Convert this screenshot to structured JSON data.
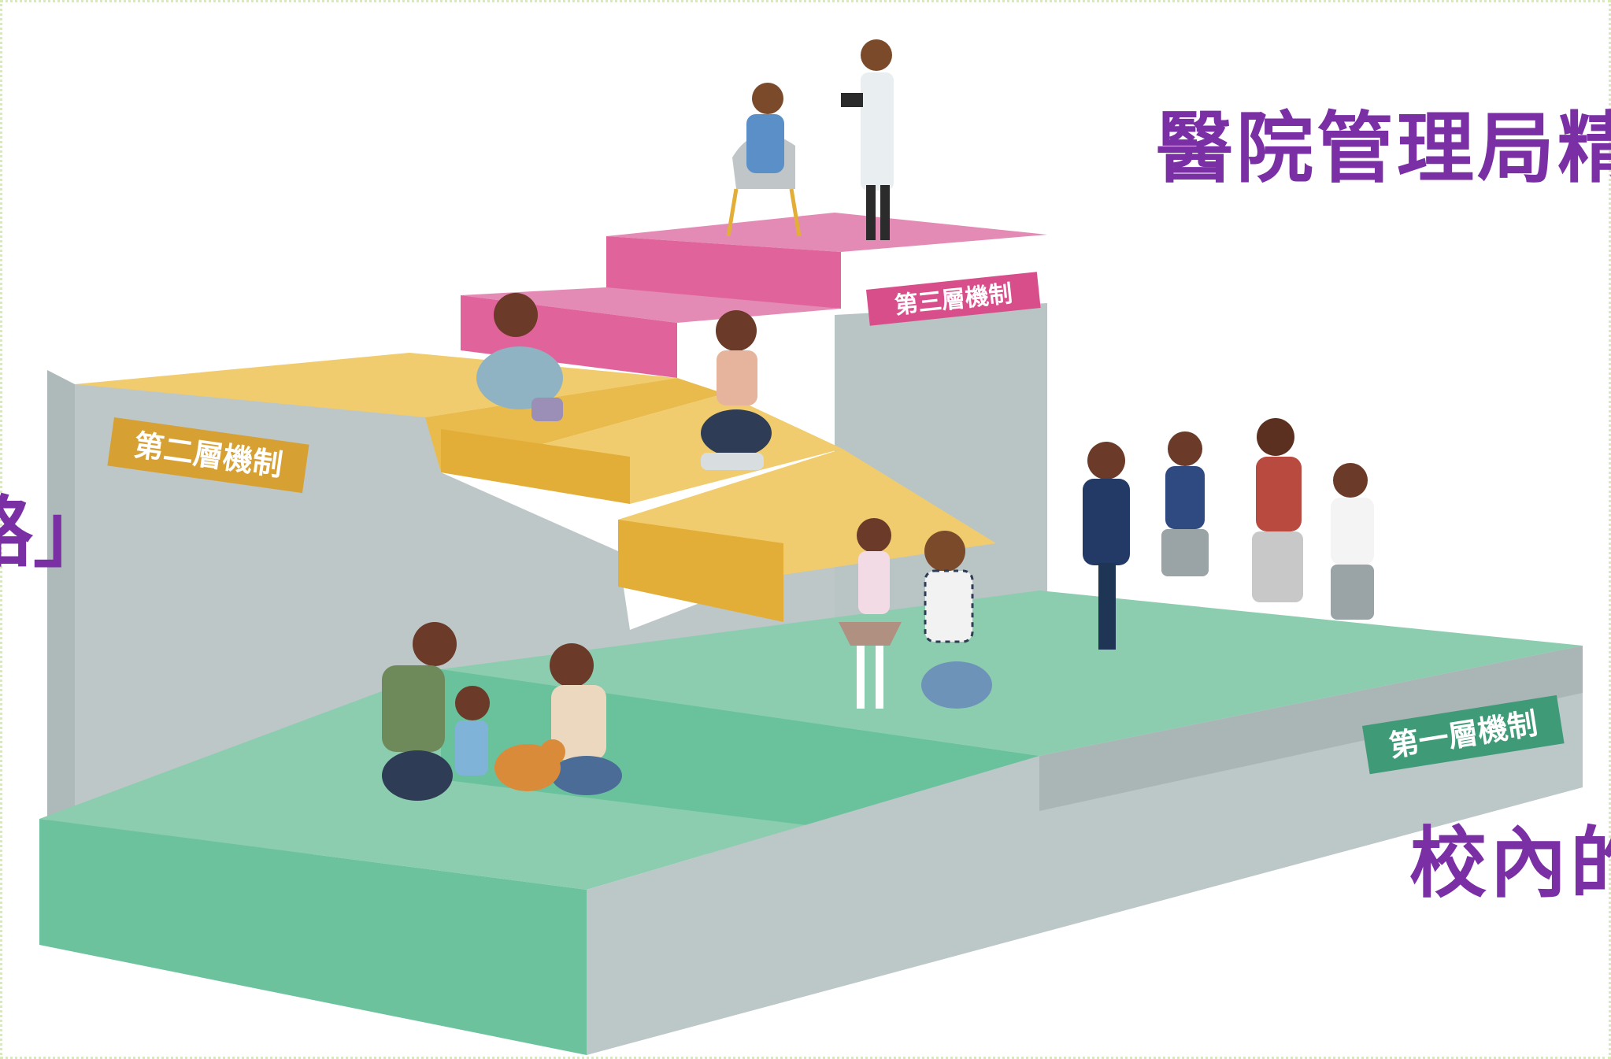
{
  "captions": {
    "top_right": "醫院管理局精",
    "left": "路」",
    "bottom_right": "校內的"
  },
  "tiers": {
    "tier1": "第一層機制",
    "tier2": "第二層機制",
    "tier3": "第三層機制"
  },
  "colors": {
    "caption_purple": "#7a2fa5",
    "tier1_green": "#6cc29d",
    "tier2_yellow": "#e9bb4c",
    "tier3_pink": "#e0649b",
    "wall_gray": "#bcc7c8"
  }
}
